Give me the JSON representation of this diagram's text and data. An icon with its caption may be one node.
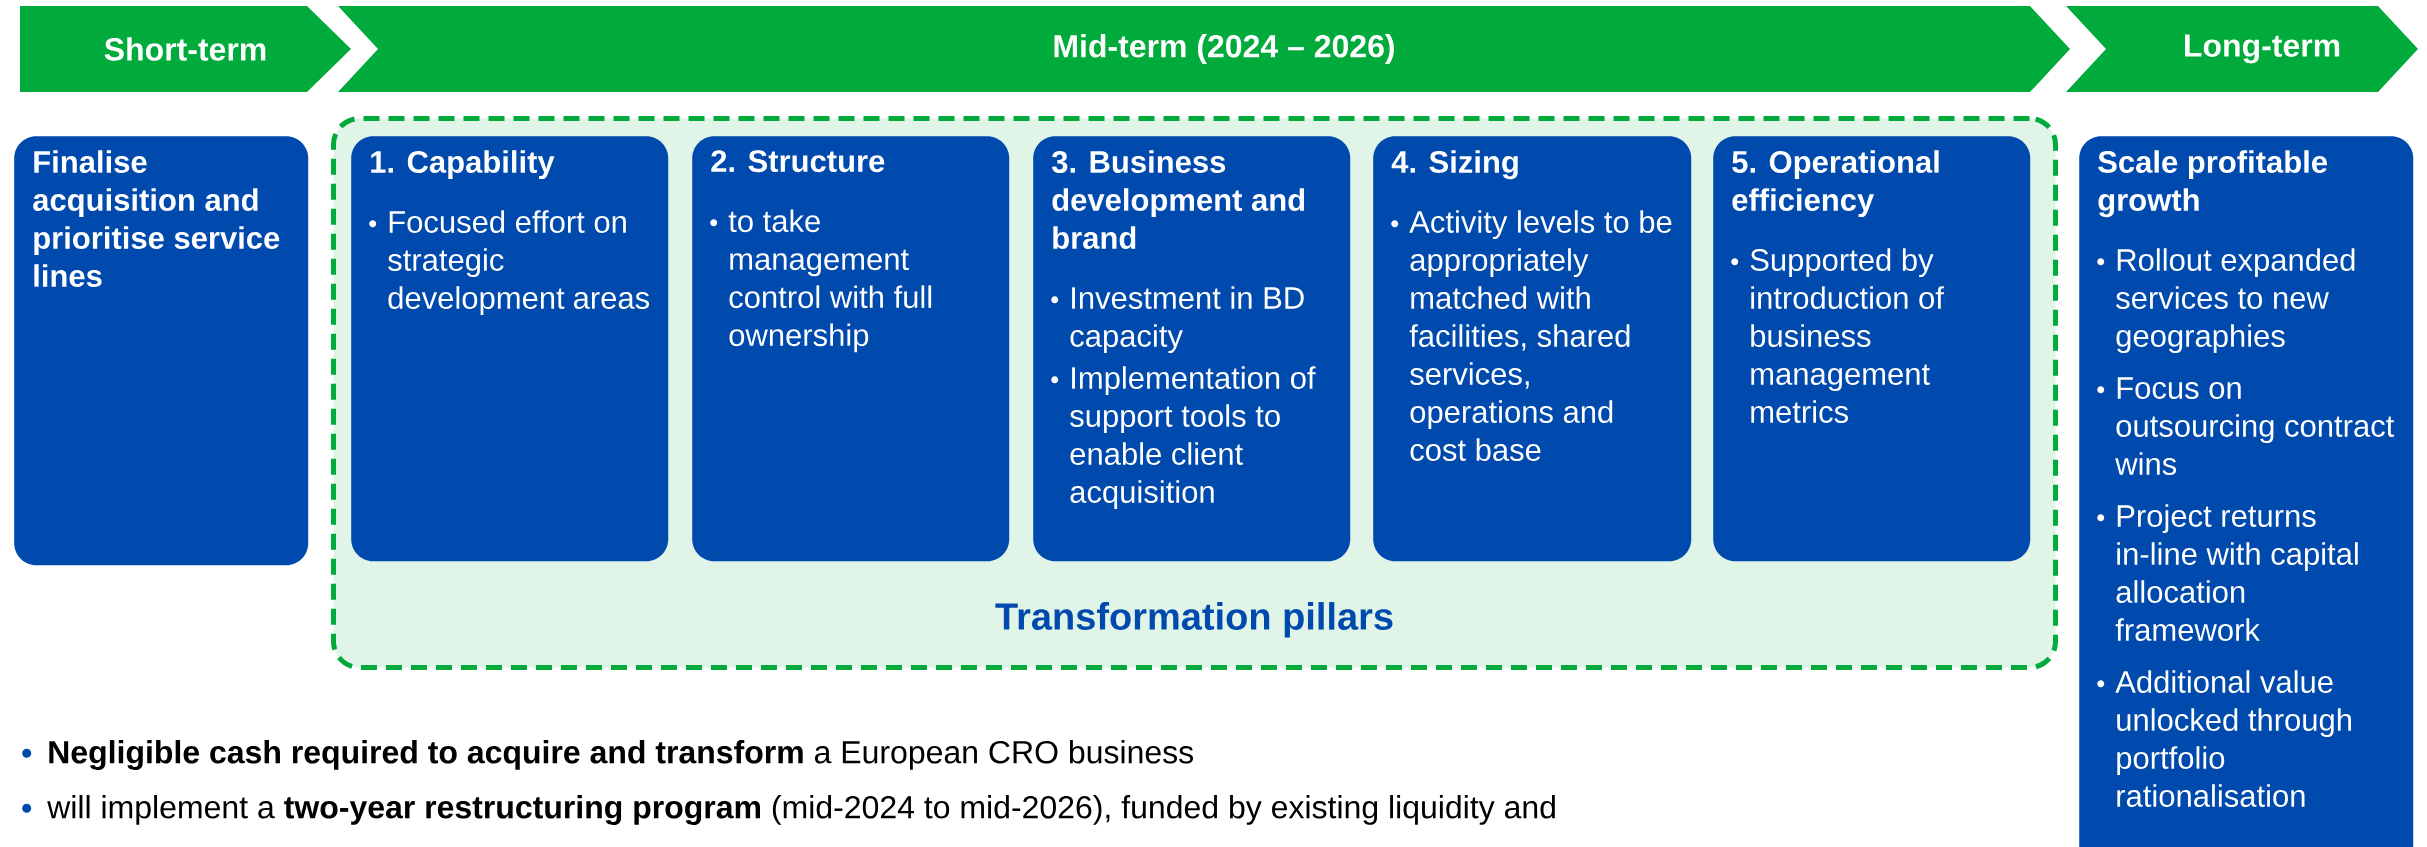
{
  "diagram": {
    "nodes": [
      {
        "text": [
          "Short-term"
        ]
      },
      {
        "text": [
          "Mid-term (2024 – 2026)"
        ]
      },
      {
        "text": [
          "Long-term"
        ]
      },
      {
        "text": [
          "Finalise acquisition and prioritise service lines"
        ]
      },
      {
        "text": [
          "Transformation pillars"
        ]
      },
      {
        "text": [
          "1. Capability",
          "Focused effort on strategic development areas"
        ],
        "in": 4
      },
      {
        "text": [
          "2. Structure",
          "to take management control with full ownership"
        ],
        "in": 4
      },
      {
        "text": [
          "3. Business development and brand",
          "Investment in BD capacity",
          "Implementation of support tools to enable client acquisition"
        ],
        "in": 4
      },
      {
        "text": [
          "4. Sizing",
          "Activity levels to be appropriately matched with facilities, shared services, operations and cost base"
        ],
        "in": 4
      },
      {
        "text": [
          "5. Operational efficiency",
          "Supported by introduction of business management metrics"
        ],
        "in": 4
      },
      {
        "text": [
          "Scale profitable growth",
          "Rollout expanded services to new geographies",
          "Focus on outsourcing contract wins",
          "Project returns in-line with capital allocation framework",
          "Additional value unlocked through portfolio rationalisation"
        ]
      }
    ],
    "labels": [
      "**Negligible cash required to acquire and transform** a European CRO business",
      "will implement a **two-year restructuring program** (mid-2024 to mid-2026), funded by existing liquidity and"
    ]
  }
}
